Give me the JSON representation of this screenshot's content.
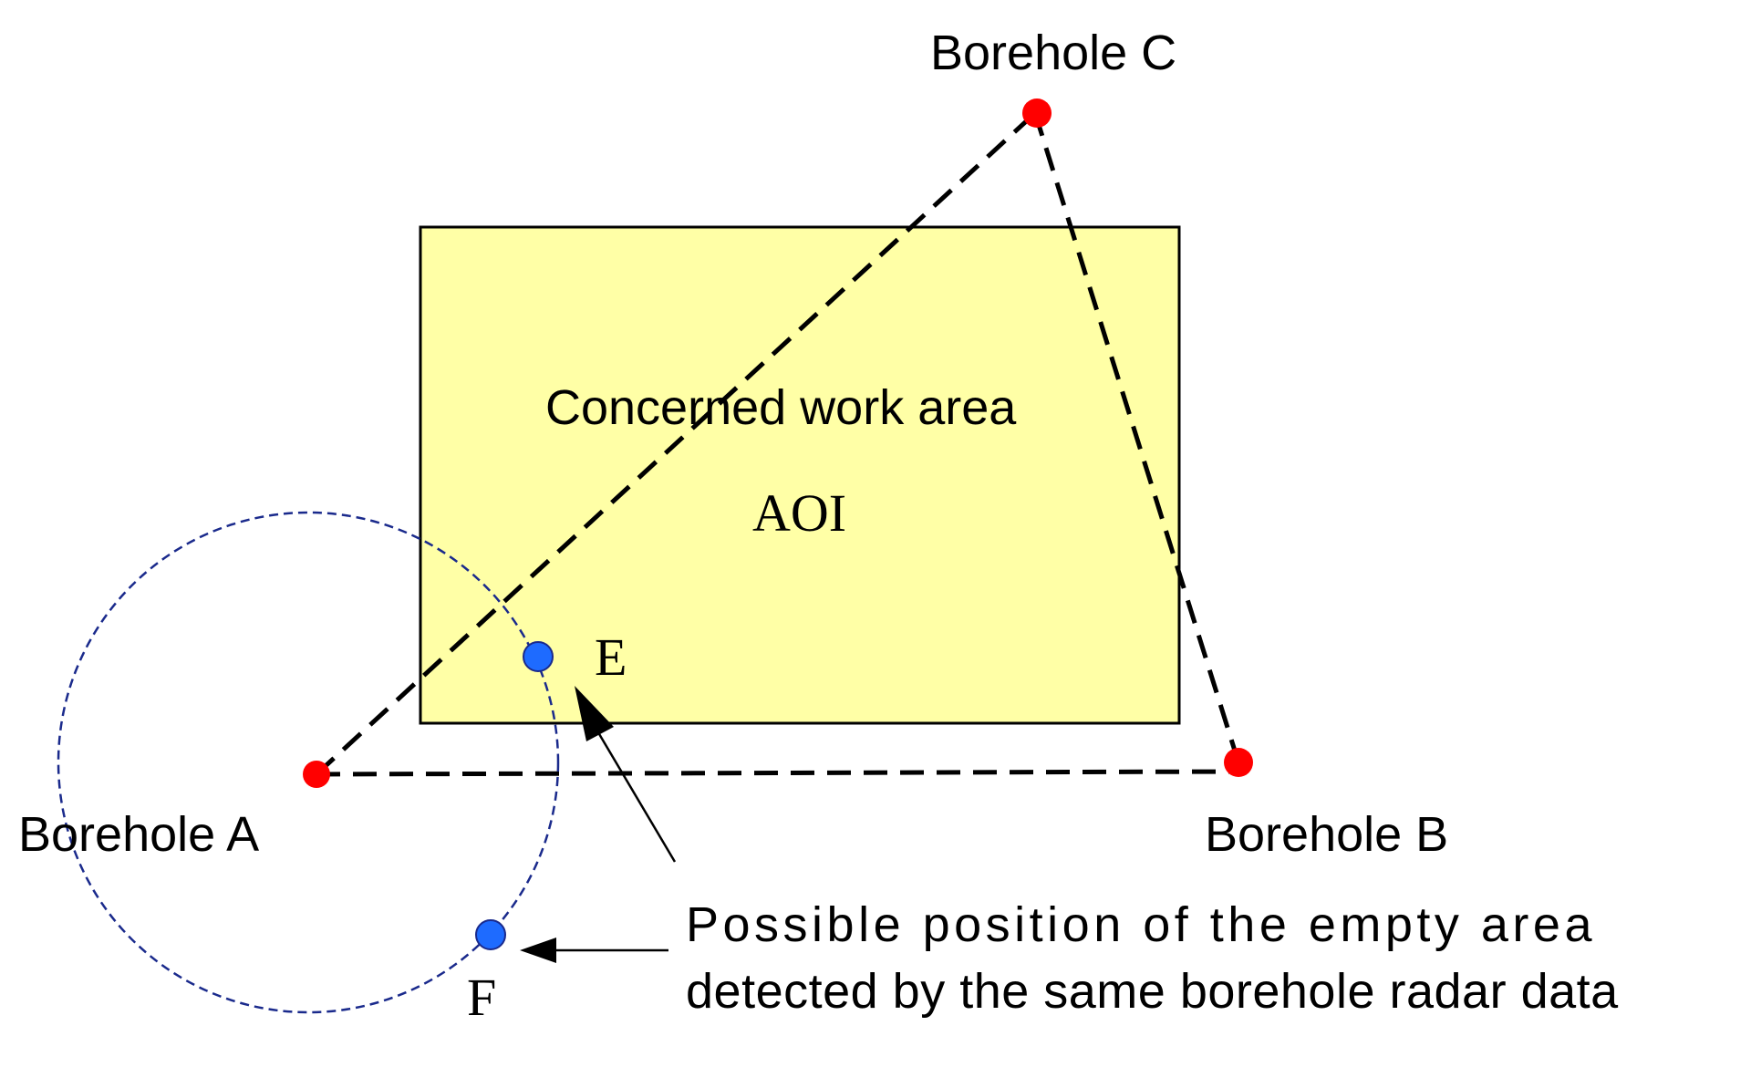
{
  "labels": {
    "borehole_a": "Borehole A",
    "borehole_b": "Borehole B",
    "borehole_c": "Borehole C",
    "work_area": "Concerned work area",
    "aoi": "AOI",
    "point_e": "E",
    "point_f": "F",
    "note_line1": "Possible position of the empty area",
    "note_line2": "detected by the same borehole radar data"
  },
  "colors": {
    "work_area_fill": "#FFFFA6",
    "borehole_point": "#FF0000",
    "candidate_point": "#1E6BFF",
    "circle_stroke": "#1A2A8C",
    "line": "#000000"
  }
}
